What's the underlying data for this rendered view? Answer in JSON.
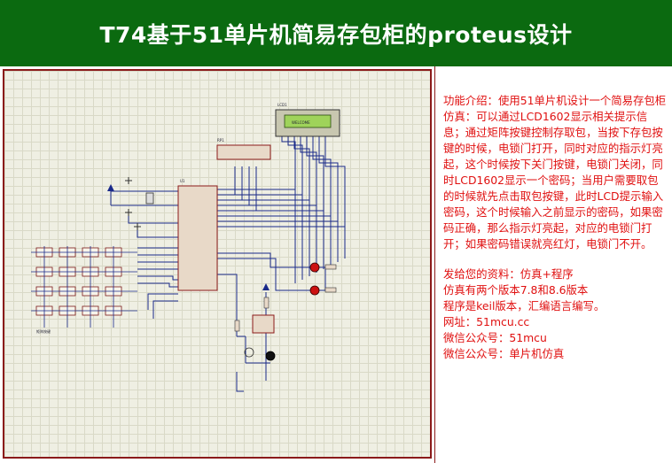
{
  "header": {
    "title": "T74基于51单片机简易存包柜的proteus设计"
  },
  "schematic": {
    "lcd_label": "LCD1",
    "lcd_screen_text": "WELCOME",
    "mcu_label": "U1",
    "rp_label": "RP1",
    "caption": "矩阵按键",
    "colors": {
      "background": "#efefe3",
      "grid": "#d9d9c7",
      "wire": "#1a2a8a",
      "lcd_screen": "#9fd35a",
      "led_red": "#cc1111",
      "chip_body": "#e8d9c8"
    }
  },
  "description": {
    "intro": "功能介绍：使用51单片机设计一个简易存包柜仿真：可以通过LCD1602显示相关提示信息；通过矩阵按键控制存取包，当按下存包按键的时候，电锁门打开，同时对应的指示灯亮起，这个时候按下关门按键，电锁门关闭，同时LCD1602显示一个密码；当用户需要取包的时候就先点击取包按键，此时LCD提示输入密码，这个时候输入之前显示的密码，如果密码正确，那么指示灯亮起，对应的电锁门打开；如果密码错误就亮红灯，电锁门不开。",
    "lines": [
      "发给您的资料：仿真+程序",
      "仿真有两个版本7.8和8.6版本",
      "程序是keil版本，汇编语言编写。",
      "网址：51mcu.cc",
      "微信公众号：51mcu",
      "微信公众号：单片机仿真"
    ],
    "text_color": "#e01010"
  },
  "theme": {
    "header_bg": "#0b6a10",
    "frame_border": "#8b1a1a"
  }
}
